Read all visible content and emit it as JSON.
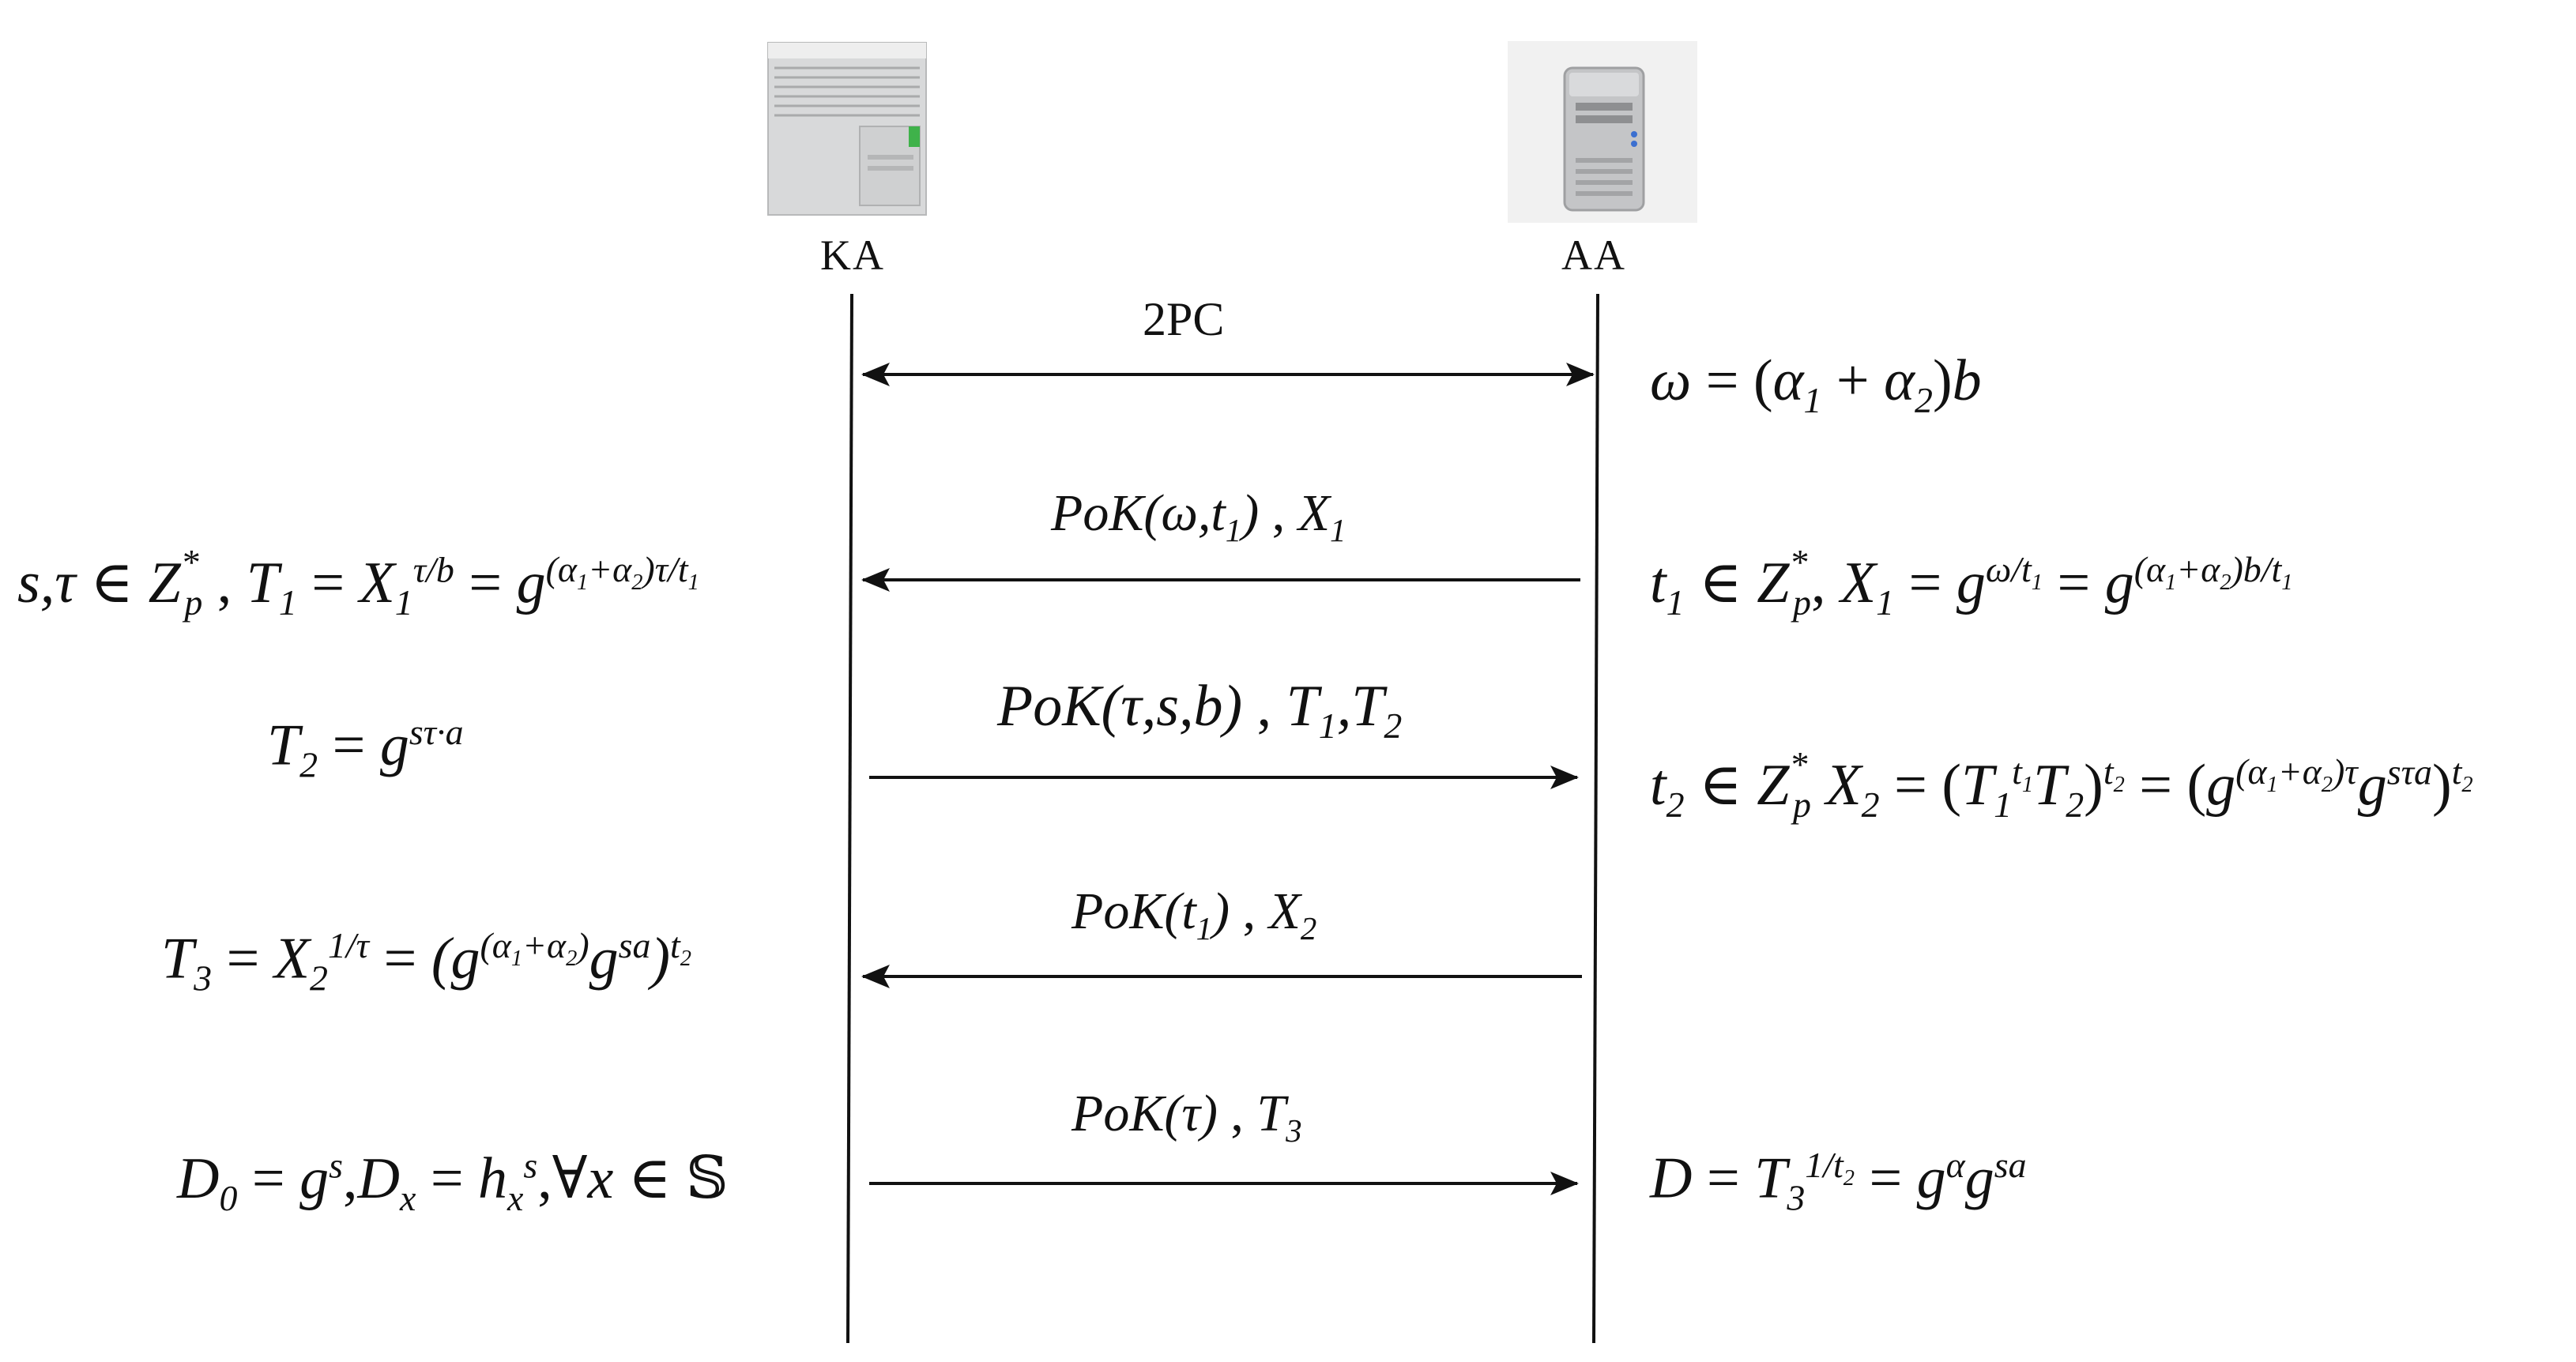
{
  "parties": {
    "ka": {
      "label": "KA",
      "icon": "server-tower-icon"
    },
    "aa": {
      "label": "AA",
      "icon": "server-tower-icon"
    }
  },
  "messages": [
    {
      "id": "m0",
      "label": "2PC",
      "direction": "both"
    },
    {
      "id": "m1",
      "label": "PoK(ω,t1) , X1",
      "direction": "AA→KA"
    },
    {
      "id": "m2",
      "label": "PoK(τ,s,b) , T1,T2",
      "direction": "KA→AA"
    },
    {
      "id": "m3",
      "label": "PoK(t1) , X2",
      "direction": "AA→KA"
    },
    {
      "id": "m4",
      "label": "PoK(τ) , T3",
      "direction": "KA→AA"
    }
  ],
  "ka_equations": [
    "s,τ ∈ Zp* , T1 = X1^(τ/b) = g^((α1+α2)τ/t1)",
    "T2 = g^(sτ·a)",
    "T3 = X2^(1/τ) = (g^(α1+α2) g^(sa))^(t2)",
    "D0 = g^s , Dx = hx^s , ∀x ∈ 𝕊"
  ],
  "aa_equations": [
    "ω = (α1 + α2)b",
    "t1 ∈ Zp* , X1 = g^(ω/t1) = g^((α1+α2)b/t1)",
    "t2 ∈ Zp* X2 = (T1^(t1) T2)^(t2) = (g^((α1+α2)τ) g^(sτa))^(t2)",
    "D = T3^(1/t2) = g^α g^(sa)"
  ],
  "colors": {
    "ink": "#111111",
    "server_body": "#d9dadb",
    "server_light": "#3fb24a"
  }
}
